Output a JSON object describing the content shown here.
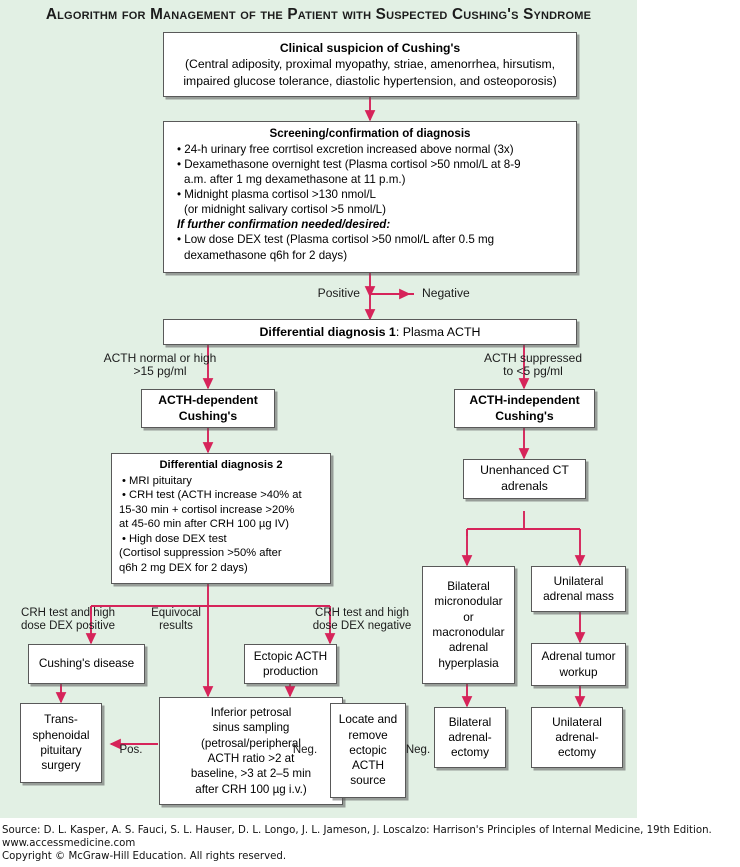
{
  "colors": {
    "panel_background": "#e2f0e4",
    "arrow": "#d6245a",
    "box_border": "#595959",
    "box_fill": "#ffffff",
    "text": "#1c1c1c"
  },
  "title": "Algorithm for Management of the Patient with Suspected Cushing's Syndrome",
  "boxes": {
    "clinical_suspicion": {
      "heading": "Clinical suspicion of Cushing's",
      "line1": "(Central adiposity, proximal myopathy, striae, amenorrhea, hirsutism,",
      "line2": "impaired glucose tolerance, diastolic hypertension, and osteoporosis)"
    },
    "screening": {
      "heading": "Screening/confirmation of diagnosis",
      "bullet1": "24-h urinary free corrtisol excretion increased above normal (3x)",
      "bullet2": "Dexamethasone overnight test (Plasma cortisol >50 nmol/L at 8-9",
      "bullet2_cont": "a.m. after 1 mg dexamethasone at 11 p.m.)",
      "bullet3": "Midnight plasma cortisol >130 nmol/L",
      "bullet3_cont": "(or midnight salivary cortisol >5 nmol/L)",
      "note": "If further confirmation needed/desired:",
      "bullet4": "Low dose DEX test (Plasma cortisol >50 nmol/L after 0.5 mg",
      "bullet4_cont": "dexamethasone q6h for 2 days)"
    },
    "differential1": {
      "heading": "Differential diagnosis 1",
      "rest": ": Plasma ACTH"
    },
    "acth_dependent": {
      "line1": "ACTH-dependent",
      "line2": "Cushing's"
    },
    "acth_independent": {
      "line1": "ACTH-independent",
      "line2": "Cushing's"
    },
    "differential2": {
      "heading": "Differential diagnosis 2",
      "bullet1": "MRI pituitary",
      "bullet2": "CRH test (ACTH increase >40% at",
      "bullet2_cont": "15-30 min + cortisol increase >20%",
      "bullet2_cont2": "at 45-60 min after CRH 100 µg IV)",
      "bullet3": "High dose DEX test",
      "bullet3_cont": "(Cortisol suppression >50% after",
      "bullet3_cont2": "q6h 2 mg DEX for 2 days)"
    },
    "unenhanced_ct": {
      "line1": "Unenhanced CT",
      "line2": "adrenals"
    },
    "bilateral_hyperplasia": {
      "line1": "Bilateral",
      "line2": "micronodular",
      "line3": "or",
      "line4": "macronodular",
      "line5": "adrenal",
      "line6": "hyperplasia"
    },
    "unilateral_mass": {
      "line1": "Unilateral",
      "line2": "adrenal mass"
    },
    "adrenal_tumor_workup": {
      "line1": "Adrenal tumor",
      "line2": "workup"
    },
    "cushings_disease": {
      "line1": "Cushing's disease"
    },
    "ectopic_acth": {
      "line1": "Ectopic ACTH",
      "line2": "production"
    },
    "transsphenoidal": {
      "line1": "Trans-",
      "line2": "sphenoidal",
      "line3": "pituitary",
      "line4": "surgery"
    },
    "ipss": {
      "line1": "Inferior petrosal",
      "line2": "sinus sampling",
      "line3": "(petrosal/peripheral",
      "line4": "ACTH ratio >2 at",
      "line5": "baseline, >3  at 2–5 min",
      "line6": "after CRH 100 µg i.v.)"
    },
    "locate_remove": {
      "line1": "Locate and",
      "line2": "remove",
      "line3": "ectopic",
      "line4": "ACTH",
      "line5": "source"
    },
    "bilateral_adrenalectomy": {
      "line1": "Bilateral",
      "line2": "adrenal-",
      "line3": "ectomy"
    },
    "unilateral_adrenalectomy": {
      "line1": "Unilateral",
      "line2": "adrenal-",
      "line3": "ectomy"
    }
  },
  "edge_labels": {
    "positive": "Positive",
    "negative": "Negative",
    "acth_normal_high": "ACTH normal or high\n>15 pg/ml",
    "acth_suppressed": "ACTH suppressed\nto <5 pg/ml",
    "crh_dex_positive": "CRH test and high\ndose DEX positive",
    "equivocal": "Equivocal\nresults",
    "crh_dex_negative": "CRH test and high\ndose DEX negative",
    "pos": "Pos.",
    "neg_left": "Neg.",
    "neg_right": "Neg."
  },
  "footer": {
    "line1": "Source: D. L. Kasper, A. S. Fauci, S. L. Hauser, D. L. Longo, J. L. Jameson, J. Loscalzo: Harrison's Principles of Internal Medicine, 19th Edition.",
    "line2": "www.accessmedicine.com",
    "line3": "Copyright © McGraw-Hill Education.  All rights reserved."
  }
}
